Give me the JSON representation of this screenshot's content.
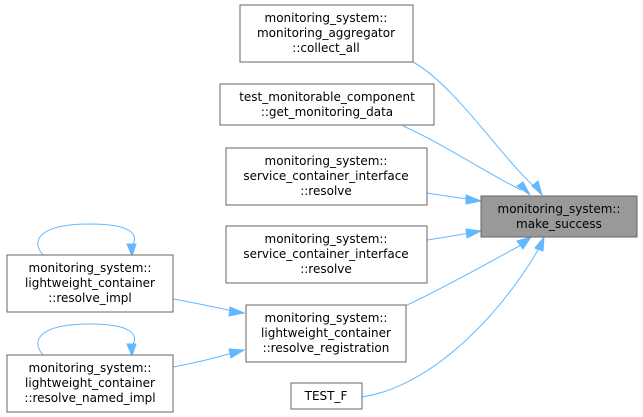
{
  "nodes": {
    "make_success": {
      "lines": [
        "monitoring_system::",
        "make_success"
      ]
    },
    "collect_all": {
      "lines": [
        "monitoring_system::",
        "monitoring_aggregator",
        "::collect_all"
      ]
    },
    "get_monitoring_data": {
      "lines": [
        "test_monitorable_component",
        "::get_monitoring_data"
      ]
    },
    "resolve_1": {
      "lines": [
        "monitoring_system::",
        "service_container_interface",
        "::resolve"
      ]
    },
    "resolve_2": {
      "lines": [
        "monitoring_system::",
        "service_container_interface",
        "::resolve"
      ]
    },
    "resolve_registration": {
      "lines": [
        "monitoring_system::",
        "lightweight_container",
        "::resolve_registration"
      ]
    },
    "test_f": {
      "lines": [
        "TEST_F"
      ]
    },
    "resolve_impl": {
      "lines": [
        "monitoring_system::",
        "lightweight_container",
        "::resolve_impl"
      ]
    },
    "resolve_named_impl": {
      "lines": [
        "monitoring_system::",
        "lightweight_container",
        "::resolve_named_impl"
      ]
    }
  },
  "colors": {
    "edge": "#63b8ff",
    "node_border": "#666666",
    "target_fill": "#999999"
  }
}
